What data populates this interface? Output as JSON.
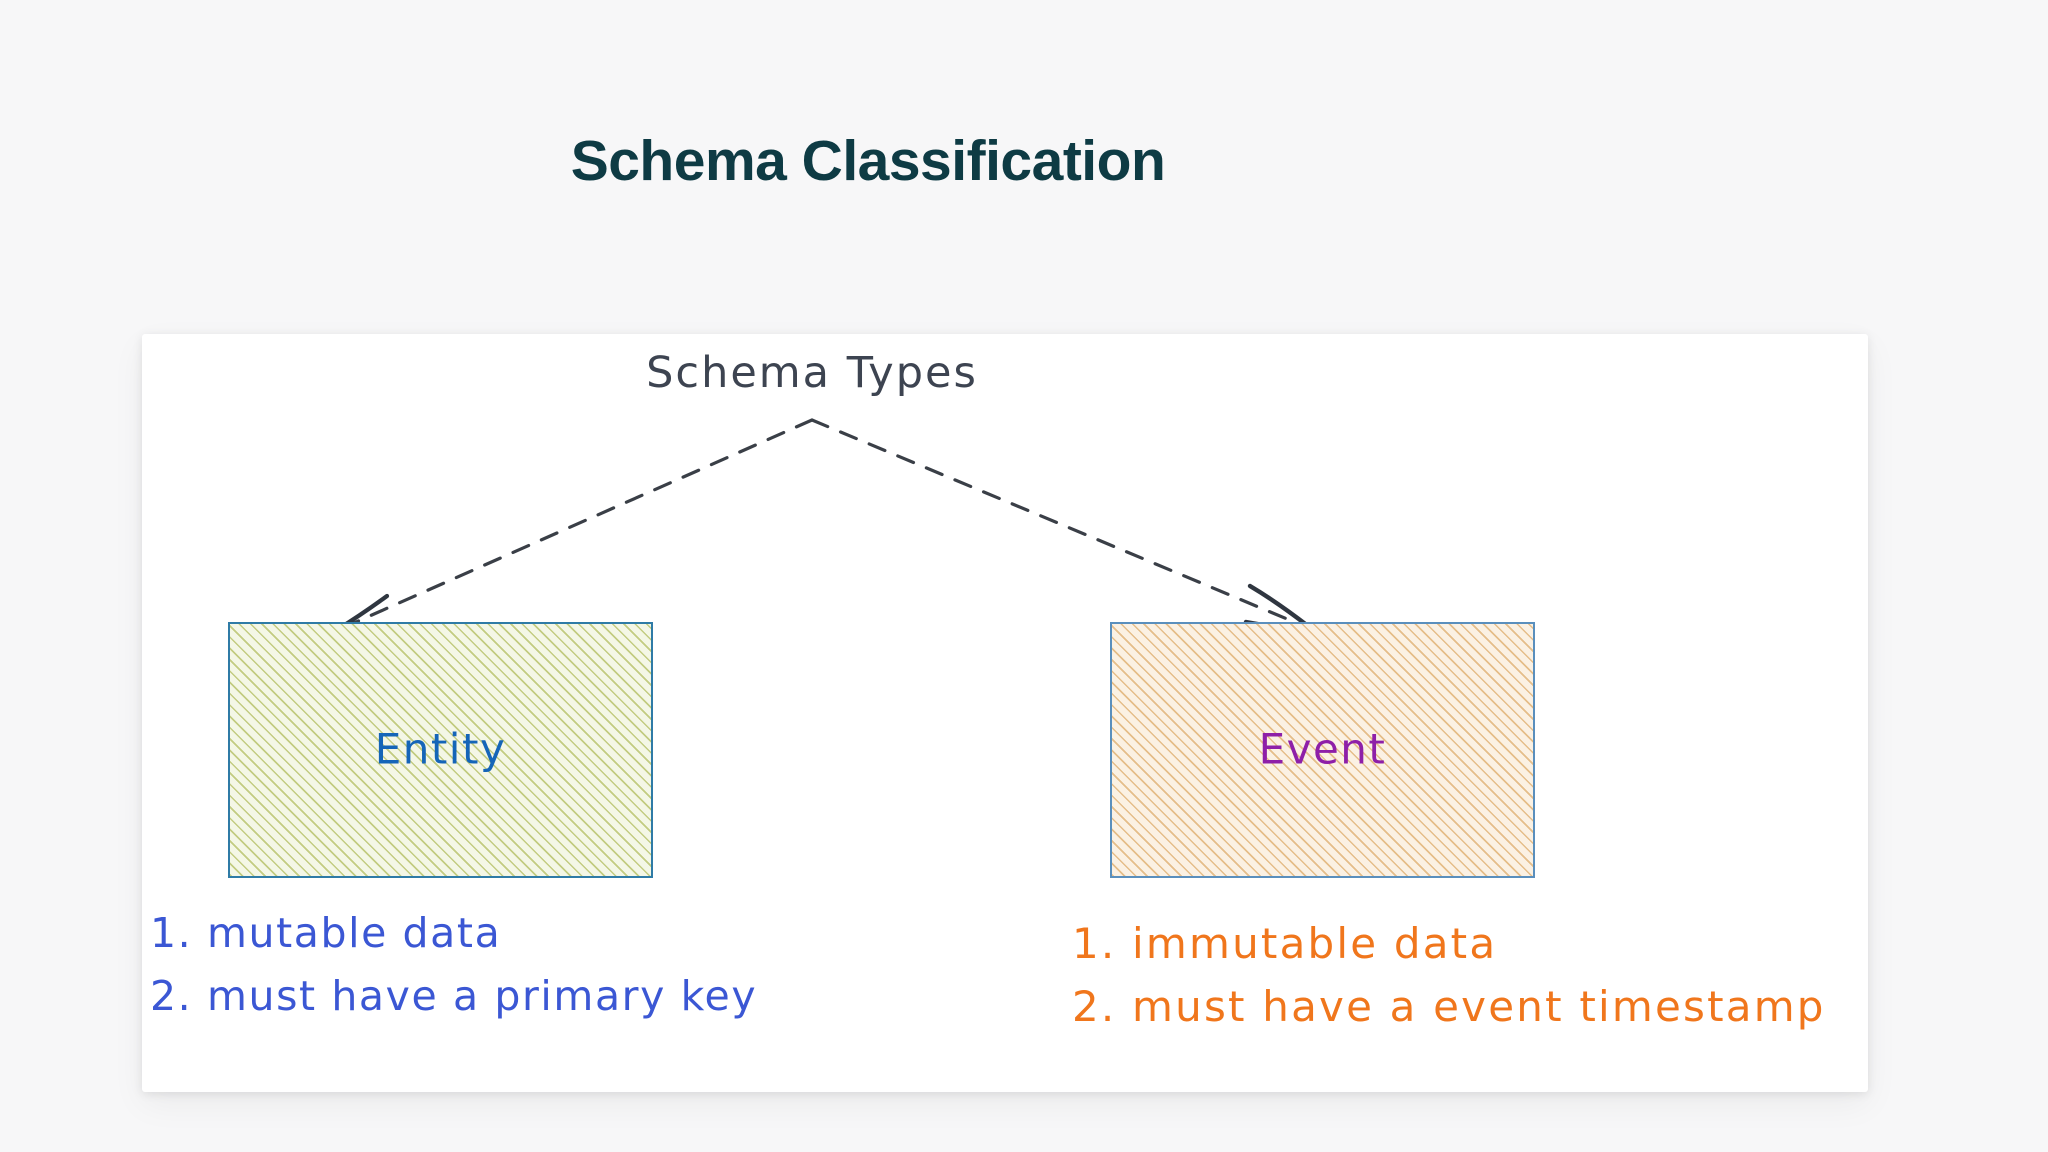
{
  "page": {
    "background_color": "#f7f7f8",
    "title": "Schema Classification",
    "title_color": "#0e3b44"
  },
  "diagram": {
    "root_label": "Schema Types",
    "root_label_color": "#3d4451",
    "connector_style": "dashed-arrow",
    "nodes": [
      {
        "id": "entity",
        "label": "Entity",
        "label_color": "#1565b8",
        "fill_color": "#f4f7e6",
        "hatch_color": "#9aa82e",
        "border_color": "#2f7ba6",
        "requirements": [
          "1. mutable data",
          "2. must have a primary key"
        ],
        "requirements_color": "#3b57d4"
      },
      {
        "id": "event",
        "label": "Event",
        "label_color": "#8e1fa8",
        "fill_color": "#fbf1e3",
        "hatch_color": "#d69b4d",
        "border_color": "#5a8fbd",
        "requirements": [
          "1. immutable data",
          "2. must have a event timestamp"
        ],
        "requirements_color": "#f0761c"
      }
    ]
  }
}
